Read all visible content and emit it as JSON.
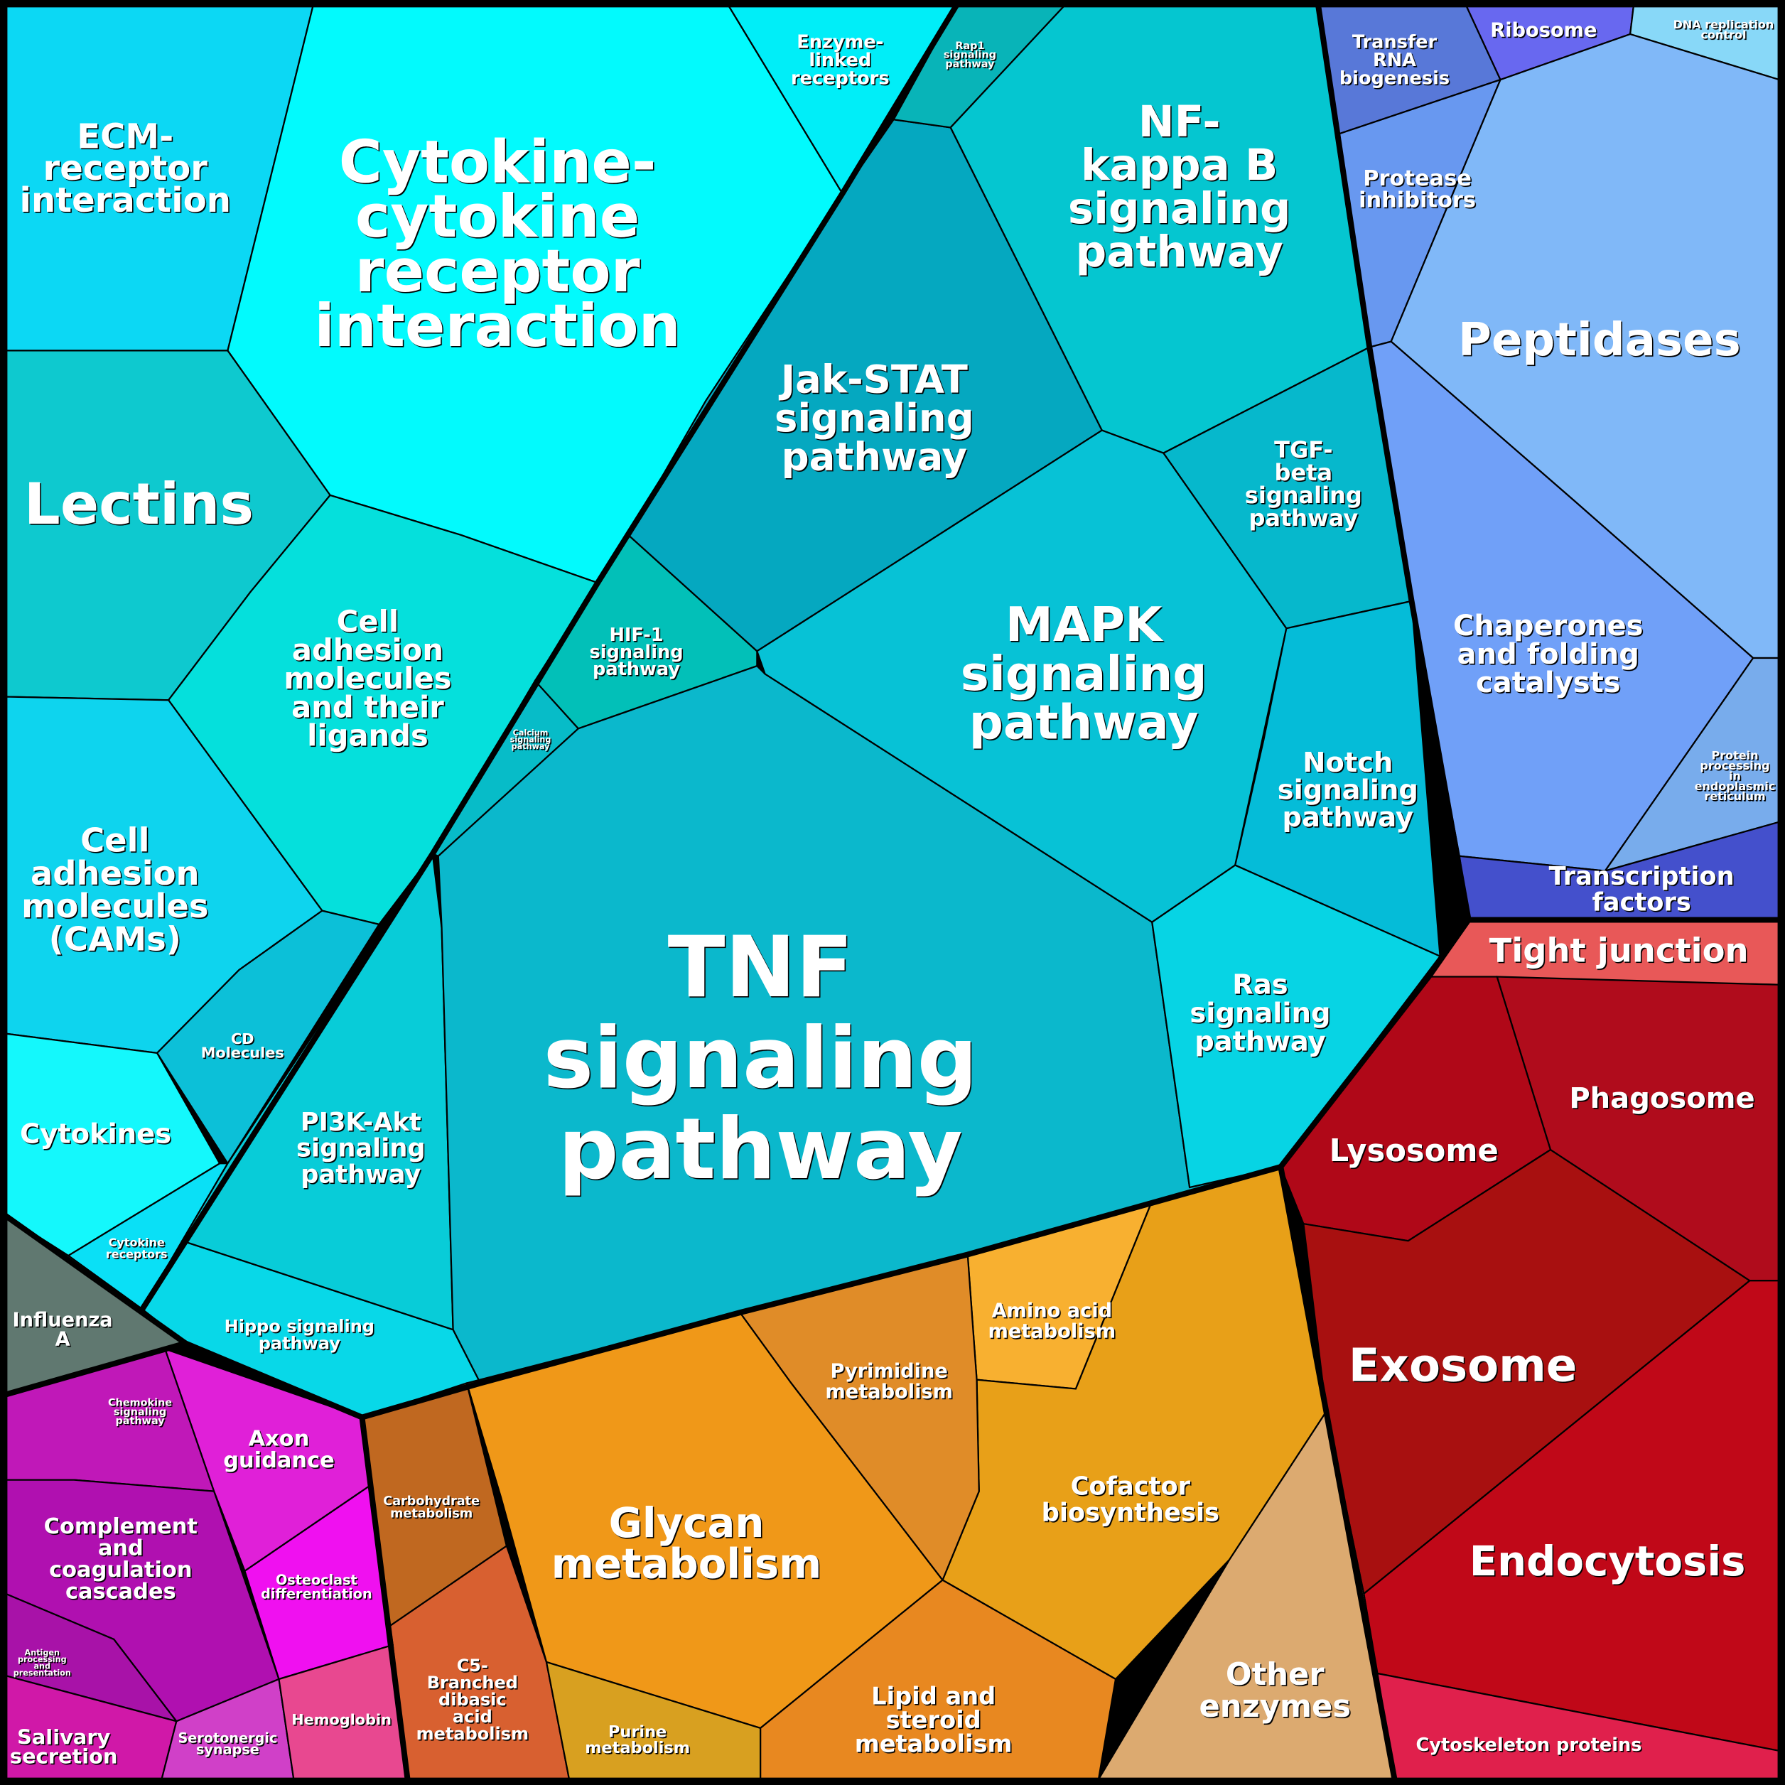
{
  "title": "Proteomap",
  "cells": [
    {
      "name": "ecm-receptor-interaction",
      "lines": [
        "ECM-",
        "receptor",
        "interaction"
      ],
      "color": "#0cd8f4"
    },
    {
      "name": "cytokine-cytokine-receptor-interaction",
      "lines": [
        "Cytokine-",
        "cytokine",
        "receptor",
        "interaction"
      ],
      "color": "#02fafd"
    },
    {
      "name": "enzyme-linked-receptors",
      "lines": [
        "Enzyme-",
        "linked",
        "receptors"
      ],
      "color": "#00eef8"
    },
    {
      "name": "lectins",
      "lines": [
        "Lectins"
      ],
      "color": "#0ec9cf"
    },
    {
      "name": "cell-adhesion-molecules-and-ligands",
      "lines": [
        "Cell",
        "adhesion",
        "molecules",
        "and their",
        "ligands"
      ],
      "color": "#05e0dc"
    },
    {
      "name": "cell-adhesion-molecules-cams",
      "lines": [
        "Cell",
        "adhesion",
        "molecules",
        "(CAMs)"
      ],
      "color": "#0ed4ee"
    },
    {
      "name": "cd-molecules",
      "lines": [
        "CD",
        "Molecules"
      ],
      "color": "#0cc0d8"
    },
    {
      "name": "cytokines",
      "lines": [
        "Cytokines"
      ],
      "color": "#14f8fc"
    },
    {
      "name": "cytokine-receptors",
      "lines": [
        "Cytokine",
        "receptors"
      ],
      "color": "#0ae0f6"
    },
    {
      "name": "influenza-a",
      "lines": [
        "Influenza",
        "A"
      ],
      "color": "#607870"
    },
    {
      "name": "hippo-signaling-pathway",
      "lines": [
        "Hippo signaling",
        "pathway"
      ],
      "color": "#08d8e8"
    },
    {
      "name": "pi3k-akt-signaling-pathway",
      "lines": [
        "PI3K-Akt",
        "signaling",
        "pathway"
      ],
      "color": "#08ccd8"
    },
    {
      "name": "calcium-signaling-pathway",
      "lines": [
        "Calcium",
        "signaling",
        "pathway"
      ],
      "color": "#07bcc8"
    },
    {
      "name": "hif-1-signaling-pathway",
      "lines": [
        "HIF-1",
        "signaling",
        "pathway"
      ],
      "color": "#02c0b8"
    },
    {
      "name": "tnf-signaling-pathway",
      "lines": [
        "TNF",
        "signaling",
        "pathway"
      ],
      "color": "#0bb8cc"
    },
    {
      "name": "jak-stat-signaling-pathway",
      "lines": [
        "Jak-STAT",
        "signaling",
        "pathway"
      ],
      "color": "#05a8c0"
    },
    {
      "name": "rap1-signaling-pathway",
      "lines": [
        "Rap1",
        "signaling",
        "pathway"
      ],
      "color": "#08b4b8"
    },
    {
      "name": "nf-kappa-b-signaling-pathway",
      "lines": [
        "NF-",
        "kappa B",
        "signaling",
        "pathway"
      ],
      "color": "#05c6d0"
    },
    {
      "name": "tgf-beta-signaling-pathway",
      "lines": [
        "TGF-",
        "beta",
        "signaling",
        "pathway"
      ],
      "color": "#06b8cc"
    },
    {
      "name": "mapk-signaling-pathway",
      "lines": [
        "MAPK",
        "signaling",
        "pathway"
      ],
      "color": "#07c2d6"
    },
    {
      "name": "notch-signaling-pathway",
      "lines": [
        "Notch",
        "signaling",
        "pathway"
      ],
      "color": "#05bcd8"
    },
    {
      "name": "ras-signaling-pathway",
      "lines": [
        "Ras",
        "signaling",
        "pathway"
      ],
      "color": "#07d4e4"
    },
    {
      "name": "transfer-rna-biogenesis",
      "lines": [
        "Transfer",
        "RNA",
        "biogenesis"
      ],
      "color": "#5878d8"
    },
    {
      "name": "ribosome",
      "lines": [
        "Ribosome"
      ],
      "color": "#6868f0"
    },
    {
      "name": "dna-replication-control",
      "lines": [
        "DNA replication",
        "control"
      ],
      "color": "#88d8f8"
    },
    {
      "name": "protease-inhibitors",
      "lines": [
        "Protease",
        "inhibitors"
      ],
      "color": "#6898f0"
    },
    {
      "name": "peptidases",
      "lines": [
        "Peptidases"
      ],
      "color": "#80b8f8"
    },
    {
      "name": "chaperones-and-folding-catalysts",
      "lines": [
        "Chaperones",
        "and folding",
        "catalysts"
      ],
      "color": "#70a0f8"
    },
    {
      "name": "protein-processing-in-er",
      "lines": [
        "Protein",
        "processing",
        "in",
        "endoplasmic",
        "reticulum"
      ],
      "color": "#78acec"
    },
    {
      "name": "transcription-factors",
      "lines": [
        "Transcription",
        "factors"
      ],
      "color": "#4450cc"
    },
    {
      "name": "tight-junction",
      "lines": [
        "Tight junction"
      ],
      "color": "#e85858"
    },
    {
      "name": "phagosome",
      "lines": [
        "Phagosome"
      ],
      "color": "#b00c1c"
    },
    {
      "name": "lysosome",
      "lines": [
        "Lysosome"
      ],
      "color": "#b00818"
    },
    {
      "name": "exosome",
      "lines": [
        "Exosome"
      ],
      "color": "#a81010"
    },
    {
      "name": "endocytosis",
      "lines": [
        "Endocytosis"
      ],
      "color": "#c00818"
    },
    {
      "name": "cytoskeleton-proteins",
      "lines": [
        "Cytoskeleton proteins"
      ],
      "color": "#e0204c"
    },
    {
      "name": "amino-acid-metabolism",
      "lines": [
        "Amino acid",
        "metabolism"
      ],
      "color": "#f8b030"
    },
    {
      "name": "cofactor-biosynthesis",
      "lines": [
        "Cofactor",
        "biosynthesis"
      ],
      "color": "#e8a018"
    },
    {
      "name": "pyrimidine-metabolism",
      "lines": [
        "Pyrimidine",
        "metabolism"
      ],
      "color": "#e08c28"
    },
    {
      "name": "glycan-metabolism",
      "lines": [
        "Glycan",
        "metabolism"
      ],
      "color": "#f09818"
    },
    {
      "name": "carbohydrate-metabolism",
      "lines": [
        "Carbohydrate",
        "metabolism"
      ],
      "color": "#c06820"
    },
    {
      "name": "c5-branched-dibasic-acid-metabolism",
      "lines": [
        "C5-",
        "Branched",
        "dibasic",
        "acid",
        "metabolism"
      ],
      "color": "#d86030"
    },
    {
      "name": "purine-metabolism",
      "lines": [
        "Purine",
        "metabolism"
      ],
      "color": "#d8a020"
    },
    {
      "name": "lipid-and-steroid-metabolism",
      "lines": [
        "Lipid and",
        "steroid",
        "metabolism"
      ],
      "color": "#e88820"
    },
    {
      "name": "other-enzymes",
      "lines": [
        "Other",
        "enzymes"
      ],
      "color": "#dcaa70"
    },
    {
      "name": "chemokine-signaling-pathway",
      "lines": [
        "Chemokine",
        "signaling",
        "pathway"
      ],
      "color": "#c018b8"
    },
    {
      "name": "complement-and-coagulation-cascades",
      "lines": [
        "Complement",
        "and",
        "coagulation",
        "cascades"
      ],
      "color": "#b010b0"
    },
    {
      "name": "antigen-processing-and-presentation",
      "lines": [
        "Antigen",
        "processing",
        "and",
        "presentation"
      ],
      "color": "#a812a8"
    },
    {
      "name": "axon-guidance",
      "lines": [
        "Axon",
        "guidance"
      ],
      "color": "#e020d8"
    },
    {
      "name": "osteoclast-differentiation",
      "lines": [
        "Osteoclast",
        "differentiation"
      ],
      "color": "#f010f0"
    },
    {
      "name": "salivary-secretion",
      "lines": [
        "Salivary",
        "secretion"
      ],
      "color": "#d018a8"
    },
    {
      "name": "serotonergic-synapse",
      "lines": [
        "Serotonergic",
        "synapse"
      ],
      "color": "#d040c8"
    },
    {
      "name": "hemoglobin",
      "lines": [
        "Hemoglobin"
      ],
      "color": "#e84890"
    }
  ]
}
